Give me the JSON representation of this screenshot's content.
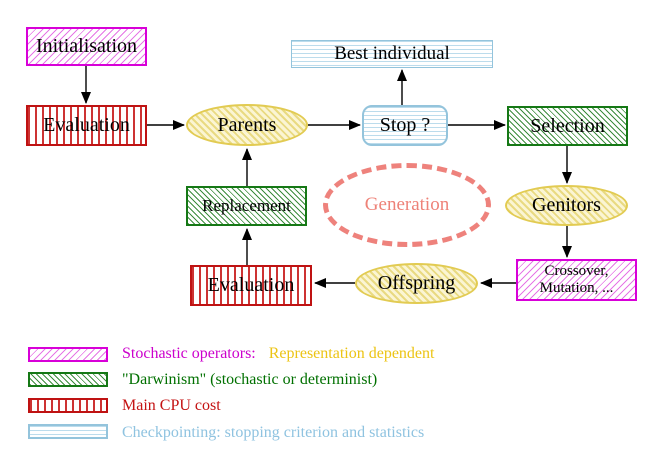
{
  "nodes": {
    "initialisation": "Initialisation",
    "evaluation_top": "Evaluation",
    "parents": "Parents",
    "stop": "Stop ?",
    "best_individual": "Best individual",
    "selection": "Selection",
    "genitors": "Genitors",
    "crossover_line1": "Crossover,",
    "crossover_line2": "Mutation, ...",
    "offspring": "Offspring",
    "evaluation_bottom": "Evaluation",
    "replacement": "Replacement",
    "generation": "Generation"
  },
  "edges": [
    {
      "from": "Initialisation",
      "to": "Evaluation"
    },
    {
      "from": "Evaluation",
      "to": "Parents"
    },
    {
      "from": "Parents",
      "to": "Stop ?"
    },
    {
      "from": "Stop ?",
      "to": "Best individual"
    },
    {
      "from": "Stop ?",
      "to": "Selection"
    },
    {
      "from": "Selection",
      "to": "Genitors"
    },
    {
      "from": "Genitors",
      "to": "Crossover, Mutation, ..."
    },
    {
      "from": "Crossover, Mutation, ...",
      "to": "Offspring"
    },
    {
      "from": "Offspring",
      "to": "Evaluation"
    },
    {
      "from": "Evaluation",
      "to": "Replacement"
    },
    {
      "from": "Replacement",
      "to": "Parents"
    }
  ],
  "legend": {
    "items": [
      {
        "pattern": "magenta-diagonal-hatch",
        "label": "Stochastic operators:",
        "label2": "Representation dependent"
      },
      {
        "pattern": "green-diagonal-hatch",
        "label": "\"Darwinism\" (stochastic or determinist)",
        "label2": ""
      },
      {
        "pattern": "red-vertical-stripes",
        "label": "Main CPU cost",
        "label2": ""
      },
      {
        "pattern": "cyan-horizontal-stripes",
        "label": "Checkpointing: stopping criterion and statistics",
        "label2": ""
      }
    ]
  },
  "colors": {
    "stochastic_magenta": "#cc00cc",
    "representation_gold": "#ecc414",
    "darwinism_green": "#007000",
    "cpu_red": "#c41212",
    "checkpoint_cyan": "#8fc3e0",
    "operator_yellow": "#e2cb52",
    "generation_salmon": "#ee827c"
  }
}
